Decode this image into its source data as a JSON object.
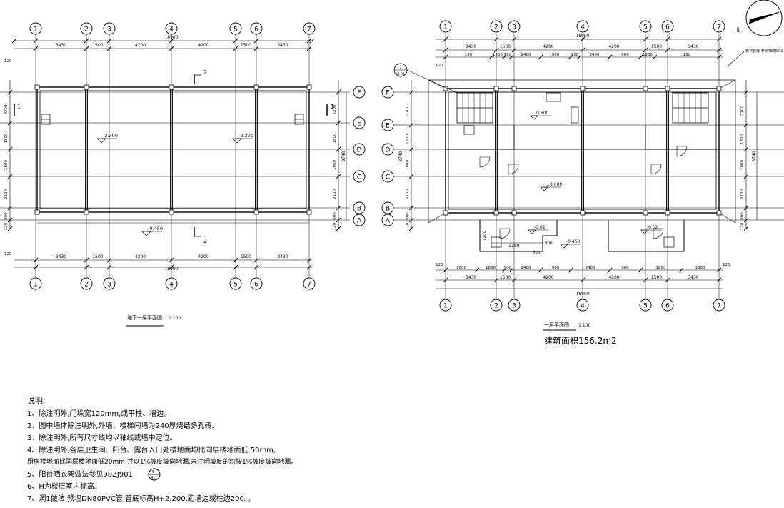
{
  "plan_left": {
    "axes_x": [
      "1",
      "2",
      "3",
      "4",
      "5",
      "6",
      "7"
    ],
    "axes_y": [
      "F",
      "E",
      "D",
      "C",
      "B",
      "A"
    ],
    "top_dims": [
      "3430",
      "1500",
      "4200",
      "4200",
      "1500",
      "3430"
    ],
    "total_dim": "18900",
    "bottom_dims": [
      "3430",
      "1500",
      "4200",
      "4200",
      "1500",
      "3430"
    ],
    "wall_dim": "120",
    "left_dims": [
      "2200",
      "1800",
      "1800",
      "2100",
      "800",
      "120"
    ],
    "right_dims": [
      "2200",
      "1800",
      "1800",
      "2100",
      "800",
      "120"
    ],
    "right_total": "8740",
    "levels": [
      "-2.300",
      "-2.300",
      "-0.450"
    ],
    "section_marks": [
      "1",
      "1",
      "2",
      "2"
    ],
    "title": "地下一层平面图",
    "scale": "1:100"
  },
  "plan_right": {
    "axes_x": [
      "1",
      "2",
      "3",
      "4",
      "5",
      "6",
      "7"
    ],
    "axes_y": [
      "F",
      "E",
      "D",
      "C",
      "B",
      "A"
    ],
    "top_dims": [
      "3430",
      "1500",
      "4200",
      "4200",
      "1500",
      "3430"
    ],
    "top_sub_dims": [
      "180",
      "1200",
      "900",
      "2400",
      "900",
      "900",
      "2400",
      "900",
      "1200",
      "180"
    ],
    "total_dim": "18900",
    "bottom_sub_dims": [
      "1800",
      "1830",
      "900",
      "2400",
      "900",
      "2400",
      "900",
      "1800",
      "1800"
    ],
    "bottom_dims": [
      "3430",
      "1500",
      "4200",
      "4200",
      "1500",
      "3430"
    ],
    "wall_dim": "120",
    "left_dims": [
      "2200",
      "1800",
      "1800",
      "2100",
      "800",
      "120"
    ],
    "right_dims": [
      "2200",
      "1800",
      "1800",
      "2100",
      "800",
      "120"
    ],
    "right_total": "8740",
    "levels": [
      "0.600",
      "±0.000",
      "-0.450",
      "-0.02",
      "-0.02"
    ],
    "porch_dims": [
      "2280",
      "1200",
      "900",
      "300"
    ],
    "index_label": "1",
    "index_ref": "ZJ-04",
    "north_label": "北",
    "note_right": "管材管线 参照YBZJ901",
    "title": "一层平面图",
    "scale": "1:100",
    "area": "建筑面积156.2m2"
  },
  "notes": {
    "title": "说明:",
    "items": [
      "1、除注明外,门垛宽120mm,或平柱、墙边。",
      "2、图中墙体除注明外,外墙、楼梯间墙为240厚烧结多孔砖。",
      "3、除注明外,所有尺寸线均以轴线或墙中定位。",
      "4、除注明外,各层卫生间、阳台、露台入口处楼地面均比同层楼地面低 50mm,",
      "   厨房楼地面比同层楼地面低20mm,并以1%坡度坡向地漏,未注明坡度的均按1%坡度坡向地漏。",
      "5、阳台晒衣架做法参见98ZJ901",
      "6、H为楼层室内标高。",
      "7、洞1做法:预埋DN80PVC管,管底标高H+2.200,距墙边或柱边200。。"
    ],
    "detail_ref_top": "5",
    "detail_ref_bottom": "41"
  }
}
